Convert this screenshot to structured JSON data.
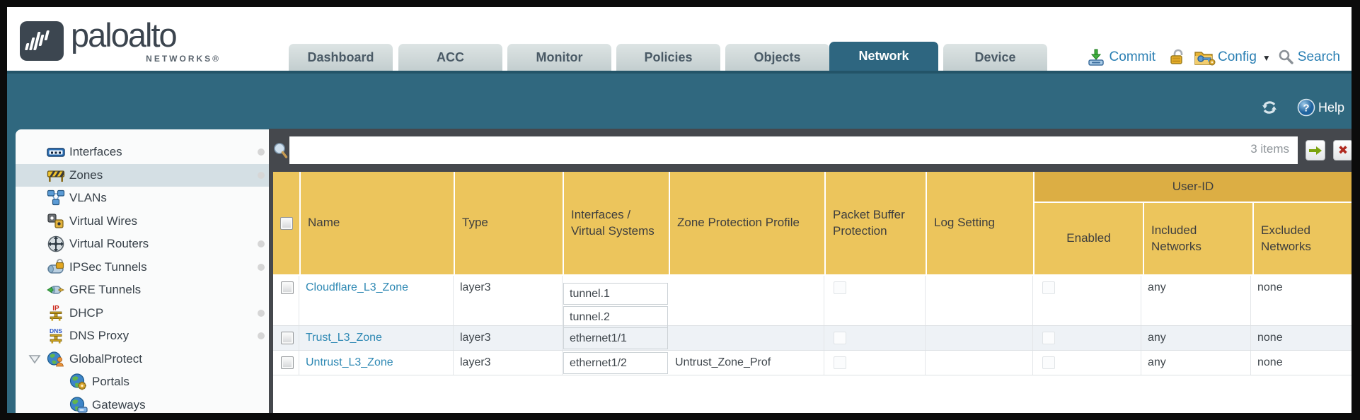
{
  "brand": {
    "word": "paloalto",
    "sub": "NETWORKS®"
  },
  "nav": {
    "tabs": [
      {
        "label": "Dashboard",
        "active": false
      },
      {
        "label": "ACC",
        "active": false
      },
      {
        "label": "Monitor",
        "active": false
      },
      {
        "label": "Policies",
        "active": false
      },
      {
        "label": "Objects",
        "active": false
      },
      {
        "label": "Network",
        "active": true
      },
      {
        "label": "Device",
        "active": false
      }
    ]
  },
  "actions": {
    "commit": "Commit",
    "config": "Config",
    "search": "Search"
  },
  "toolbar": {
    "help": "Help"
  },
  "sidebar": {
    "items": [
      {
        "label": "Interfaces",
        "icon": "interfaces-icon",
        "child": false,
        "dot": true,
        "selected": false,
        "expander": false
      },
      {
        "label": "Zones",
        "icon": "zones-icon",
        "child": false,
        "dot": true,
        "selected": true,
        "expander": false
      },
      {
        "label": "VLANs",
        "icon": "vlans-icon",
        "child": false,
        "dot": false,
        "selected": false,
        "expander": false
      },
      {
        "label": "Virtual Wires",
        "icon": "virtual-wires-icon",
        "child": false,
        "dot": false,
        "selected": false,
        "expander": false
      },
      {
        "label": "Virtual Routers",
        "icon": "virtual-routers-icon",
        "child": false,
        "dot": true,
        "selected": false,
        "expander": false
      },
      {
        "label": "IPSec Tunnels",
        "icon": "ipsec-tunnels-icon",
        "child": false,
        "dot": true,
        "selected": false,
        "expander": false
      },
      {
        "label": "GRE Tunnels",
        "icon": "gre-tunnels-icon",
        "child": false,
        "dot": false,
        "selected": false,
        "expander": false
      },
      {
        "label": "DHCP",
        "icon": "dhcp-icon",
        "child": false,
        "dot": true,
        "selected": false,
        "expander": false
      },
      {
        "label": "DNS Proxy",
        "icon": "dns-proxy-icon",
        "child": false,
        "dot": true,
        "selected": false,
        "expander": false
      },
      {
        "label": "GlobalProtect",
        "icon": "globalprotect-icon",
        "child": false,
        "dot": false,
        "selected": false,
        "expander": true
      },
      {
        "label": "Portals",
        "icon": "portals-icon",
        "child": true,
        "dot": false,
        "selected": false,
        "expander": false
      },
      {
        "label": "Gateways",
        "icon": "gateways-icon",
        "child": true,
        "dot": false,
        "selected": false,
        "expander": false
      }
    ]
  },
  "filter": {
    "value": "",
    "count": "3 items"
  },
  "table": {
    "group_header": "User-ID",
    "columns": [
      "",
      "Name",
      "Type",
      "Interfaces / Virtual Systems",
      "Zone Protection Profile",
      "Packet Buffer Protection",
      "Log Setting"
    ],
    "group_columns": [
      "Enabled",
      "Included Networks",
      "Excluded Networks"
    ],
    "rows": [
      {
        "name": "Cloudflare_L3_Zone",
        "type": "layer3",
        "interfaces": [
          "tunnel.1",
          "tunnel.2"
        ],
        "zone_protection_profile": "",
        "log_setting": "",
        "included_networks": "any",
        "excluded_networks": "none"
      },
      {
        "name": "Trust_L3_Zone",
        "type": "layer3",
        "interfaces": [
          "ethernet1/1"
        ],
        "zone_protection_profile": "",
        "log_setting": "",
        "included_networks": "any",
        "excluded_networks": "none"
      },
      {
        "name": "Untrust_L3_Zone",
        "type": "layer3",
        "interfaces": [
          "ethernet1/2"
        ],
        "zone_protection_profile": "Untrust_Zone_Prof",
        "log_setting": "",
        "included_networks": "any",
        "excluded_networks": "none"
      }
    ]
  },
  "colors": {
    "teal_band": "#30687f",
    "active_tab": "#2e6680",
    "header_gold": "#ecc55c",
    "user_id_gold": "#dcae44",
    "chrome_dark": "#45484d",
    "link_blue": "#2f89b4",
    "alt_row": "#eef2f6",
    "selected_nav": "#d4dfe4"
  }
}
